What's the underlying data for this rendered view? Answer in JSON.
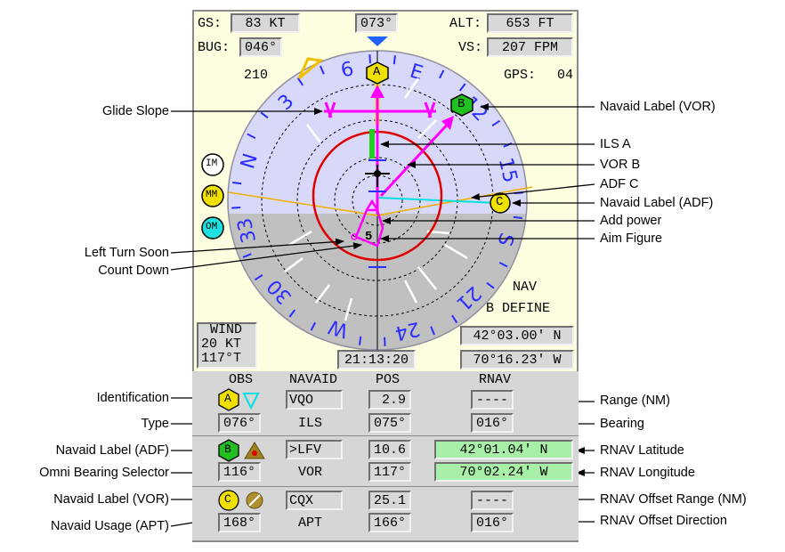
{
  "top": {
    "gs_label": "GS:",
    "gs_value": "83 KT",
    "bug_label": "BUG:",
    "bug_value": "046°",
    "heading": "073°",
    "alt_label": "ALT:",
    "alt_value": "653 FT",
    "vs_label": "VS:",
    "vs_value": "207 FPM",
    "left_readout": "210",
    "gps_label": "GPS:",
    "gps_value": "04"
  },
  "compass_labels": [
    "6",
    "E",
    "12",
    "15",
    "S",
    "21",
    "24",
    "W",
    "30",
    "33",
    "N",
    "3"
  ],
  "markers": {
    "im": "IM",
    "mm": "MM",
    "om": "OM"
  },
  "navaid_letters": {
    "a": "A",
    "b": "B",
    "c": "C"
  },
  "countdown": "5",
  "nav_text": "NAV",
  "b_define_text": "B DEFINE",
  "wind": {
    "line1": "WIND",
    "line2": "20 KT",
    "line3": "117°T"
  },
  "time": "21:13:20",
  "lat_top": "42°03.00' N",
  "lon_top": "70°16.23' W",
  "table": {
    "headers": [
      "OBS",
      "NAVAID",
      "POS",
      "RNAV"
    ],
    "rows": [
      {
        "letter": "A",
        "ident": "VQO",
        "range": "2.9",
        "rnav1": "----",
        "obs": "076°",
        "type": "ILS",
        "bearing": "075°",
        "rnav2": "016°"
      },
      {
        "letter": "B",
        "ident": ">LFV",
        "range": "10.6",
        "rnav1": "42°01.04' N",
        "obs": "116°",
        "type": "VOR",
        "bearing": "117°",
        "rnav2": "70°02.24' W"
      },
      {
        "letter": "C",
        "ident": "CQX",
        "range": "25.1",
        "rnav1": "----",
        "obs": "168°",
        "type": "APT",
        "bearing": "166°",
        "rnav2": "016°"
      }
    ]
  },
  "annotations_left": [
    "Glide Slope",
    "Left Turn Soon",
    "Count Down",
    "Identification",
    "Type",
    "Navaid Label (ADF)",
    "Omni Bearing Selector",
    "Navaid Label (VOR)",
    "Navaid Usage (APT)"
  ],
  "annotations_right": [
    "Navaid Label (VOR)",
    "ILS A",
    "VOR B",
    "ADF C",
    "Navaid Label (ADF)",
    "Add power",
    "Aim Figure",
    "Range (NM)",
    "Bearing",
    "RNAV Latitude",
    "RNAV Longitude",
    "RNAV Offset Range (NM)",
    "RNAV Offset Direction"
  ],
  "colors": {
    "panel": "#fdfde0",
    "sky": "#d8d8f8",
    "ground": "#c0c0c0",
    "compass_text": "#2d2dff",
    "magenta": "#ff00ff",
    "red": "#e00000",
    "cyan": "#00e0e0",
    "yellow": "#f0e000",
    "green_field": "#a8f0a8"
  }
}
